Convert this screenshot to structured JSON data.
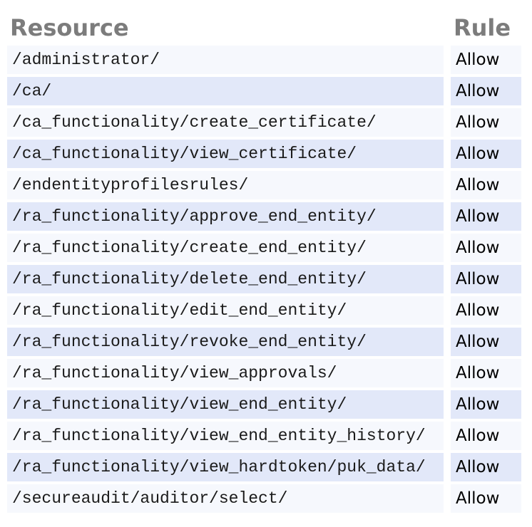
{
  "colors": {
    "header_text": "#7c7c7c",
    "row_light": "#f6f8fd",
    "row_dark": "#e2e8f9",
    "path_text": "#1a1a1a",
    "rule_text": "#000000",
    "background": "#ffffff"
  },
  "table": {
    "columns": [
      {
        "label": "Resource"
      },
      {
        "label": "Rule"
      }
    ],
    "rows": [
      {
        "resource": "/administrator/",
        "rule": "Allow"
      },
      {
        "resource": "/ca/",
        "rule": "Allow"
      },
      {
        "resource": "/ca_functionality/create_certificate/",
        "rule": "Allow"
      },
      {
        "resource": "/ca_functionality/view_certificate/",
        "rule": "Allow"
      },
      {
        "resource": "/endentityprofilesrules/",
        "rule": "Allow"
      },
      {
        "resource": "/ra_functionality/approve_end_entity/",
        "rule": "Allow"
      },
      {
        "resource": "/ra_functionality/create_end_entity/",
        "rule": "Allow"
      },
      {
        "resource": "/ra_functionality/delete_end_entity/",
        "rule": "Allow"
      },
      {
        "resource": "/ra_functionality/edit_end_entity/",
        "rule": "Allow"
      },
      {
        "resource": "/ra_functionality/revoke_end_entity/",
        "rule": "Allow"
      },
      {
        "resource": "/ra_functionality/view_approvals/",
        "rule": "Allow"
      },
      {
        "resource": "/ra_functionality/view_end_entity/",
        "rule": "Allow"
      },
      {
        "resource": "/ra_functionality/view_end_entity_history/",
        "rule": "Allow"
      },
      {
        "resource": "/ra_functionality/view_hardtoken/puk_data/",
        "rule": "Allow"
      },
      {
        "resource": "/secureaudit/auditor/select/",
        "rule": "Allow"
      }
    ]
  }
}
